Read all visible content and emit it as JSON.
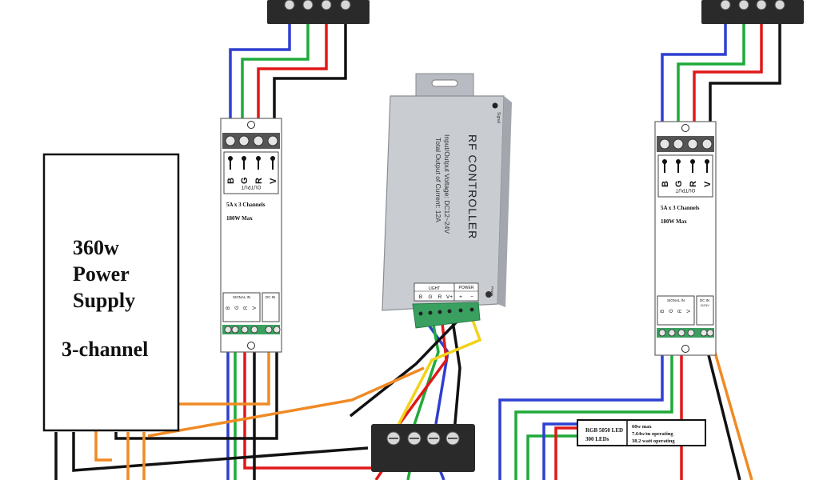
{
  "power_supply": {
    "line1": "360w",
    "line2": "Power",
    "line3": "Supply",
    "line4": "3-channel"
  },
  "amplifier": {
    "output_label": "OUTPUT",
    "terminals": [
      "B",
      "G",
      "R",
      "V"
    ],
    "rating_line1": "5A x 3 Channels",
    "rating_line2": "180W Max",
    "signal_in_label": "SIGNAL IN",
    "signal_terminals": [
      "B",
      "G",
      "R",
      "V"
    ],
    "dc_in_label": "DC IN",
    "dc_in_sub": "12/24V"
  },
  "controller": {
    "title": "RF CONTROLLER",
    "spec_line1": "Input/Output Voltage: DC12~24V",
    "spec_line2": "Total Output of Current: 12A",
    "signal_label": "Signal",
    "light_label": "LIGHT",
    "power_label": "POWER",
    "light_terminals": [
      "B",
      "G",
      "R",
      "V+"
    ],
    "power_terminals": [
      "+",
      "−"
    ],
    "power_led_label": "Power"
  },
  "led_strip_label": {
    "left_line1": "RGB 5050 LED",
    "left_line2": "300 LEDs",
    "right_line1": "60w max",
    "right_line2": "7.64w/m operating",
    "right_line3": "38.2 watt operating"
  },
  "colors": {
    "wire_blue": "#2f3fd0",
    "wire_green": "#1faa3a",
    "wire_red": "#e01818",
    "wire_black": "#111111",
    "wire_orange": "#f08a24",
    "wire_yellow": "#f2d21b",
    "terminal_green": "#3aa060",
    "controller_body": "#c9ccd1"
  }
}
